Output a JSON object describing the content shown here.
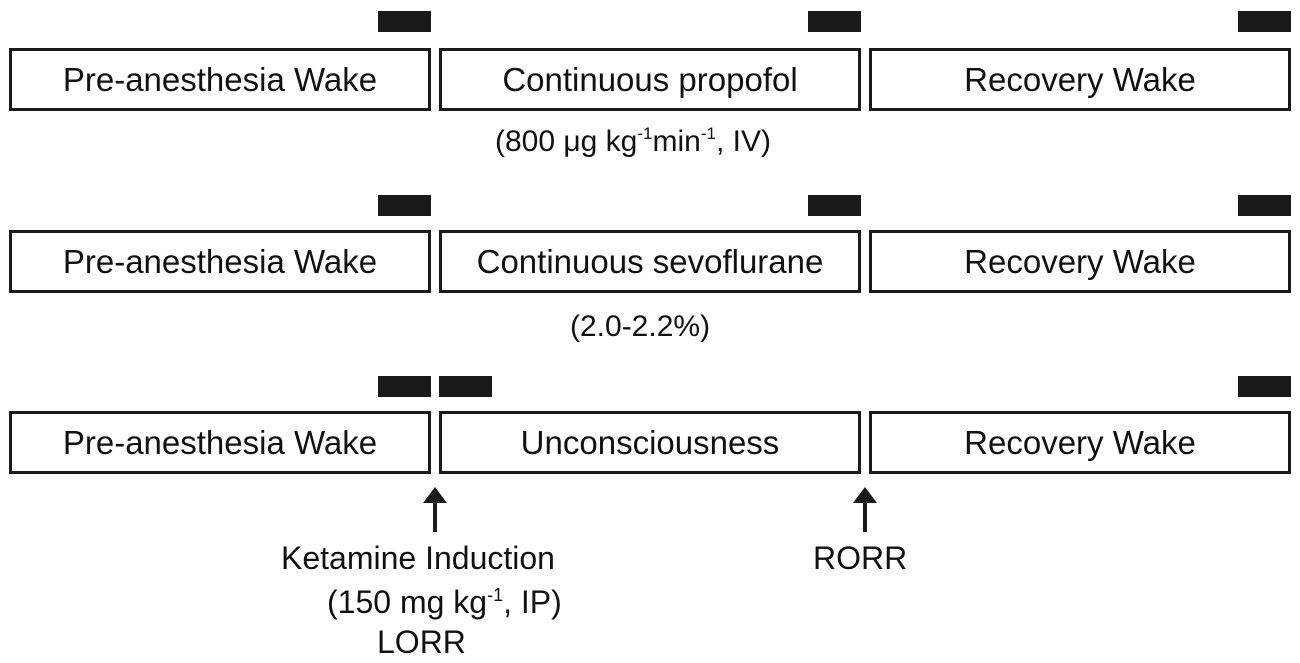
{
  "rows": [
    {
      "segments": [
        "Pre-anesthesia Wake",
        "Continuous propofol",
        "Recovery Wake"
      ],
      "note": {
        "pre": "(800 μg kg",
        "sup1": "-1",
        "mid": "min",
        "sup2": "-1",
        "post": ", IV)"
      }
    },
    {
      "segments": [
        "Pre-anesthesia Wake",
        "Continuous sevoflurane",
        "Recovery Wake"
      ],
      "note": "(2.0-2.2%)"
    },
    {
      "segments": [
        "Pre-anesthesia Wake",
        "Unconsciousness",
        "Recovery Wake"
      ]
    }
  ],
  "markers": {
    "induction": {
      "line1": "Ketamine Induction",
      "line2": {
        "pre": "(150 mg kg",
        "sup": "-1",
        "post": ", IP)"
      },
      "line3": "LORR"
    },
    "rorr": "RORR"
  }
}
